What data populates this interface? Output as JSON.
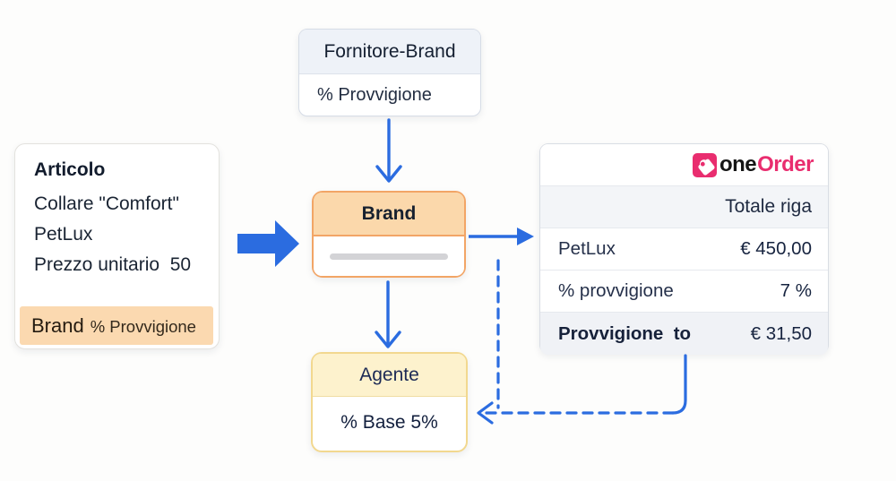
{
  "fornitore_box": {
    "title": "Fornitore-Brand",
    "field": "% Provvigione"
  },
  "articolo_box": {
    "title": "Articolo",
    "line1": "Collare \"Comfort\"",
    "line2": "PetLux",
    "line3": "Prezzo unitario  50",
    "highlight_brand": "Brand",
    "highlight_field": "% Provvigione"
  },
  "brand_box": {
    "title": "Brand"
  },
  "agente_box": {
    "title": "Agente",
    "field": "% Base 5%"
  },
  "order_table": {
    "logo_one": "one",
    "logo_order": "Order",
    "header": "Totale riga",
    "rows": [
      {
        "label": "PetLux",
        "value": "€ 450,00"
      },
      {
        "label": "% provvigione",
        "value": "7 %"
      },
      {
        "label": "Provvigione  to",
        "value": "€ 31,50"
      }
    ]
  },
  "colors": {
    "arrow_blue": "#2b6ce0",
    "brand_peach": "#fbd8ab",
    "brand_border": "#f2a566",
    "agente_yellow": "#fdf2cd",
    "agente_border": "#f2d88f",
    "highlight_peach": "#fbd9b0",
    "header_blue_gray": "#eef2f8",
    "table_alt_row": "#f3f5f8",
    "logo_pink": "#e92d6f"
  }
}
